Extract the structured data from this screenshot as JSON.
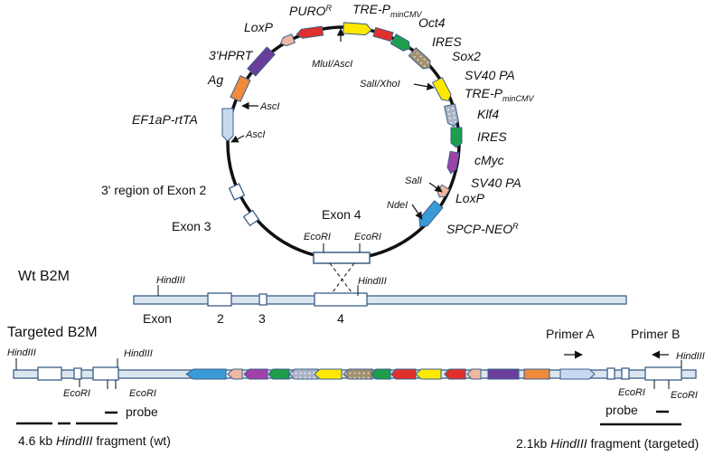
{
  "colors": {
    "puro": "#e0302b",
    "loxp": "#f0b8a0",
    "hprt": "#6a3d9a",
    "ag": "#f08a3c",
    "ef1a": "#c6d9f0",
    "tre": "#ffe800",
    "oct4_red": "#e0302b",
    "ires": "#1e9e4a",
    "sox2": "#a09070",
    "klf4": "#b0b8c8",
    "cmyc": "#a040a8",
    "neo": "#3a9ad8",
    "exon_outline": "#3b5f8a",
    "backbone": "#dce6f0"
  },
  "plasmid_labels": {
    "puro": "PURO",
    "puro_sup": "R",
    "loxp_top": "LoxP",
    "hprt": "3'HPRT",
    "ag": "Ag",
    "ef1a": "EF1aP-rtTA",
    "tre1": "TRE-P",
    "tre1_sub": "minCMV",
    "oct4": "Oct4",
    "ires1": "IRES",
    "sox2": "Sox2",
    "sv40_1": "SV40 PA",
    "tre2": "TRE-P",
    "tre2_sub": "minCMV",
    "klf4": "Klf4",
    "ires2": "IRES",
    "cmyc": "cMyc",
    "sv40_2": "SV40 PA",
    "loxp_bottom": "LoxP",
    "neo": "SPCP-NEO",
    "neo_sup": "R",
    "region_exon2": "3' region of Exon 2",
    "exon3": "Exon 3",
    "exon4": "Exon 4"
  },
  "sites": {
    "mlui_asci": "MluI/AscI",
    "asci1": "AscI",
    "asci2": "AscI",
    "sali_xhoi": "SalI/XhoI",
    "sali": "SalI",
    "ndei": "NdeI",
    "ecori_1": "EcoRI",
    "ecori_2": "EcoRI"
  },
  "wt": {
    "title": "Wt B2M",
    "hindiii_1": "HindIII",
    "hindiii_2": "HindIII",
    "exon_label": "Exon",
    "exon_2": "2",
    "exon_3": "3",
    "exon_4": "4"
  },
  "targeted": {
    "title": "Targeted B2M",
    "hindiii_left1": "HindIII",
    "hindiii_left2": "HindIII",
    "ecori_left1": "EcoRI",
    "ecori_left2": "EcoRI",
    "probe_left": "probe",
    "fragment_wt_size": "4.6 kb",
    "fragment_wt_enzyme": "HindIII",
    "fragment_wt_suffix": "fragment (wt)",
    "primer_a": "Primer A",
    "primer_b": "Primer B",
    "hindiii_right": "HindIII",
    "ecori_right1": "EcoRI",
    "ecori_right2": "EcoRI",
    "probe_right": "probe",
    "fragment_t_size": "2.1kb",
    "fragment_t_enzyme": "HindIII",
    "fragment_t_suffix": "fragment (targeted)"
  }
}
